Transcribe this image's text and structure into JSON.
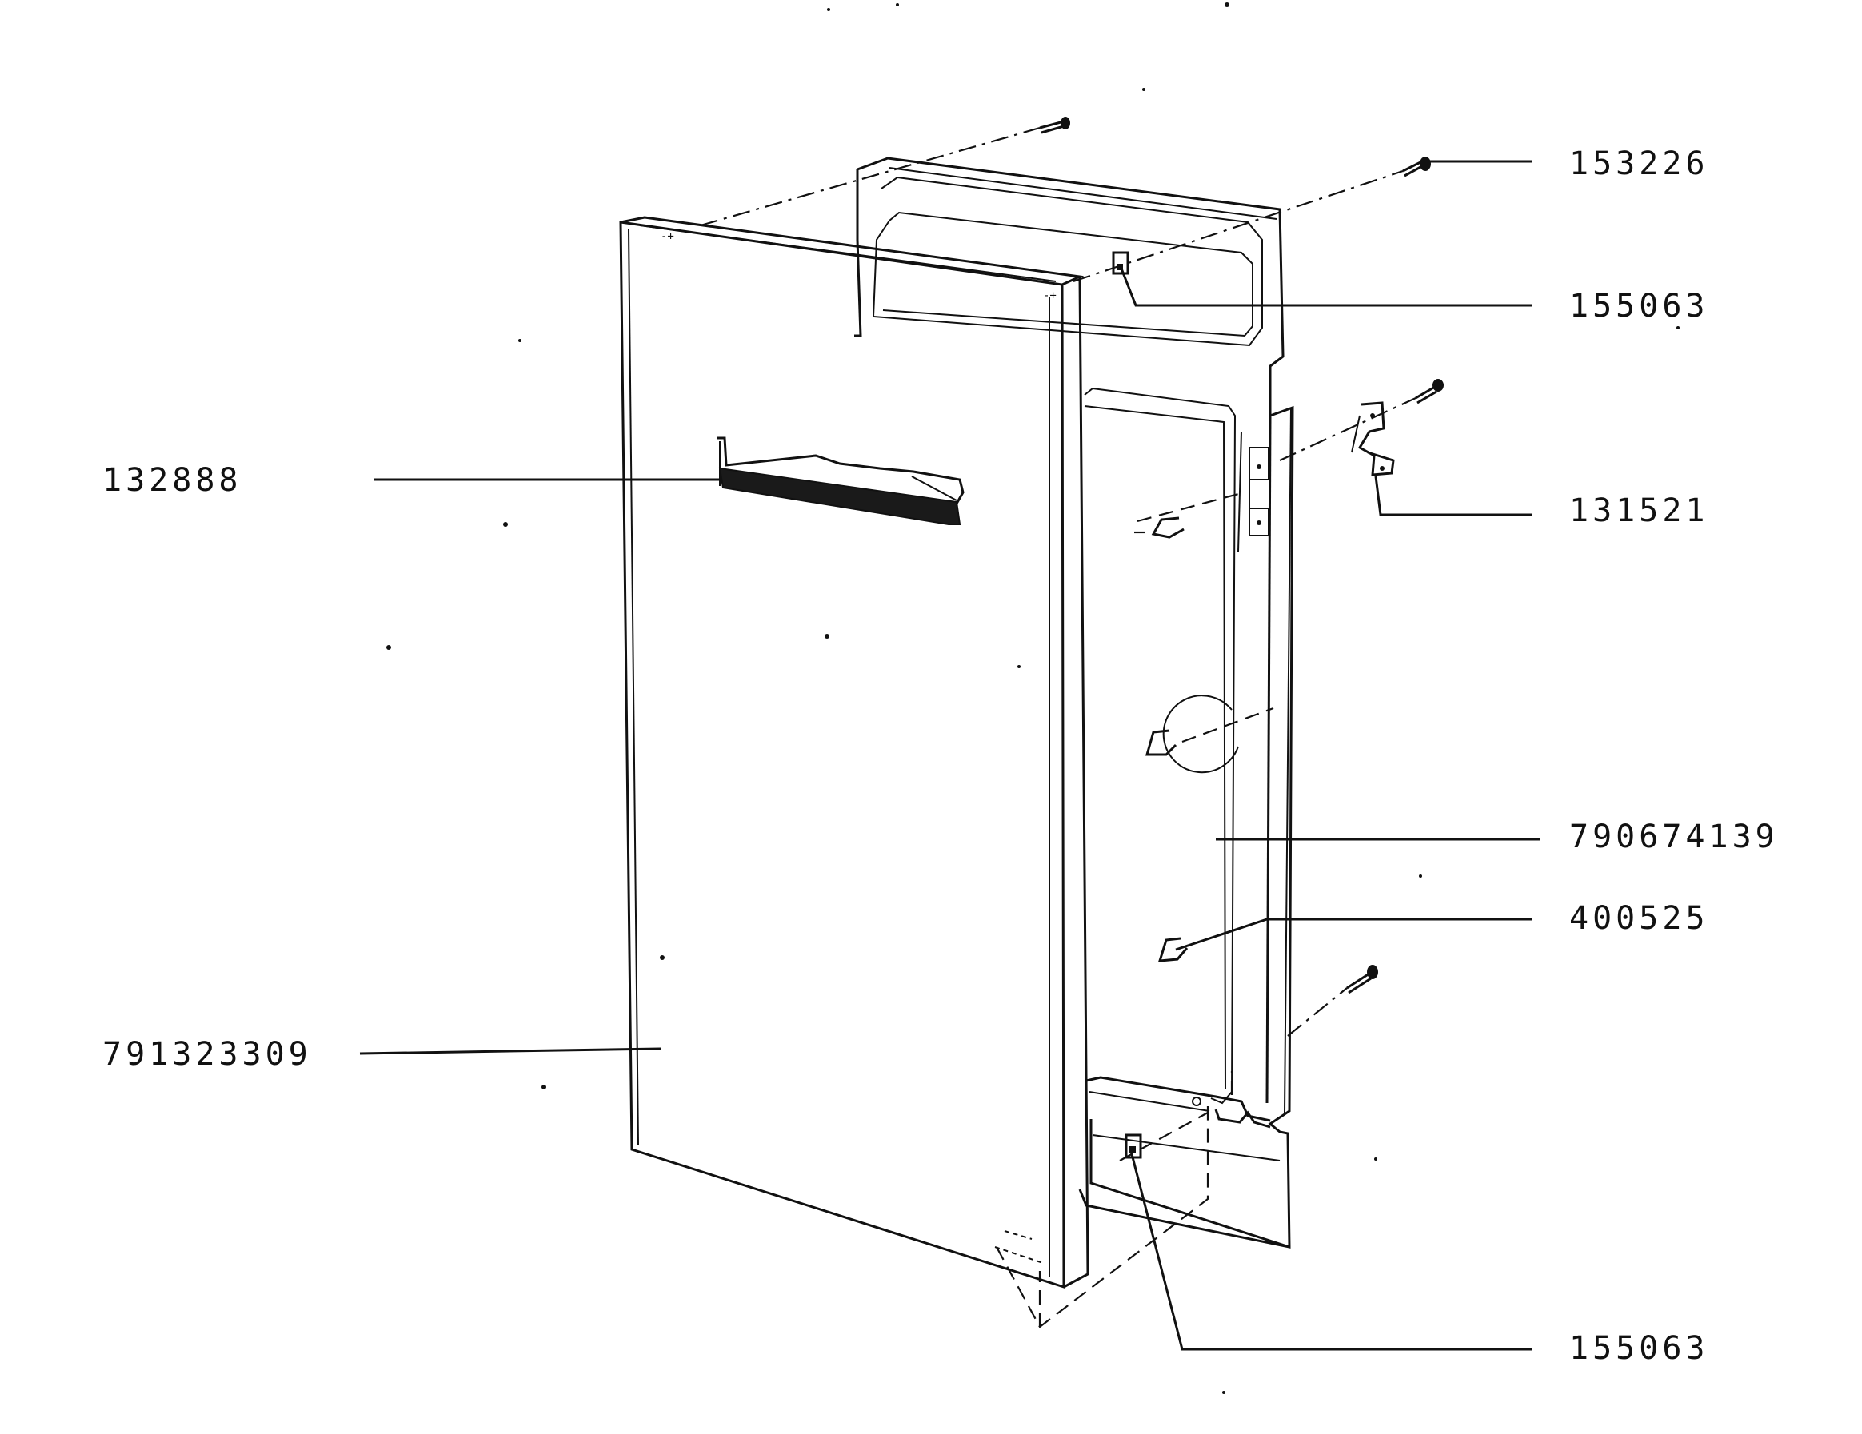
{
  "diagram": {
    "callouts": [
      {
        "id": "screw-top",
        "label": "153226"
      },
      {
        "id": "clip-top",
        "label": "155063"
      },
      {
        "id": "handle",
        "label": "132888"
      },
      {
        "id": "hinge-bracket",
        "label": "131521"
      },
      {
        "id": "inner-panel",
        "label": "790674139"
      },
      {
        "id": "fastener",
        "label": "400525"
      },
      {
        "id": "door-panel",
        "label": "791323309"
      },
      {
        "id": "clip-bottom",
        "label": "155063"
      }
    ]
  }
}
